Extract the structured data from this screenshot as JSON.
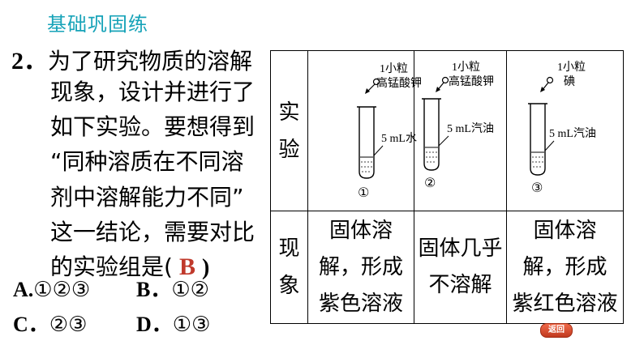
{
  "header": {
    "title": "基础巩固练"
  },
  "question": {
    "number": "2．",
    "lines": [
      "为了研究物质的溶解",
      "现象，设计并进行了",
      "如下实验。要想得到",
      "“同种溶质在不同溶",
      "剂中溶解能力不同”",
      "这一结论，需要对比",
      "的实验组是("
    ],
    "answer": "B",
    "close_paren": ")",
    "options": [
      {
        "key": "A.",
        "text": "①②③"
      },
      {
        "key": "B．",
        "text": "①②"
      },
      {
        "key": "C．",
        "text": "②③"
      },
      {
        "key": "D．",
        "text": "①③"
      }
    ]
  },
  "table": {
    "row1_header": [
      "实",
      "验"
    ],
    "row2_header": [
      "现",
      "象"
    ],
    "experiments": [
      {
        "solute": [
          "1小粒",
          "高锰酸钾"
        ],
        "solvent": "5 mL水",
        "label": "①"
      },
      {
        "solute": [
          "1小粒",
          "高锰酸钾"
        ],
        "solvent": "5 mL汽油",
        "label": "②"
      },
      {
        "solute": [
          "1小粒",
          "碘"
        ],
        "solvent": "5 mL汽油",
        "label": "③"
      }
    ],
    "phenomena": [
      [
        "固体溶",
        "解，形成",
        "紫色溶液"
      ],
      [
        "固体几乎",
        "不溶解"
      ],
      [
        "固体溶",
        "解，形成",
        "紫红色溶液"
      ]
    ]
  },
  "nav": {
    "back_label": "返回"
  }
}
